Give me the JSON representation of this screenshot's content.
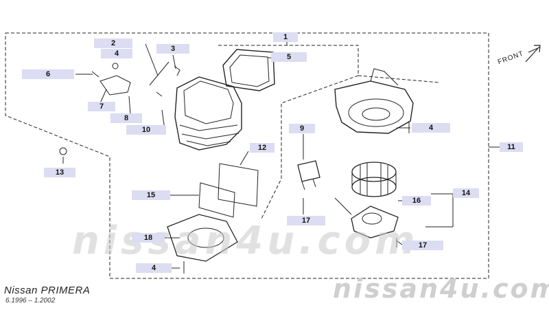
{
  "diagram": {
    "front_label": "FRONT",
    "model_name": "Nissan PRIMERA",
    "model_years": "6.1996 – 1.2002",
    "watermark": "nissan4u.com",
    "callouts": [
      {
        "id": "c1",
        "text": "1"
      },
      {
        "id": "c2",
        "text": "2"
      },
      {
        "id": "c3",
        "text": "3"
      },
      {
        "id": "c4a",
        "text": "4"
      },
      {
        "id": "c5",
        "text": "5"
      },
      {
        "id": "c6",
        "text": "6"
      },
      {
        "id": "c7",
        "text": "7"
      },
      {
        "id": "c8",
        "text": "8"
      },
      {
        "id": "c9",
        "text": "9"
      },
      {
        "id": "c10",
        "text": "10"
      },
      {
        "id": "c4b",
        "text": "4"
      },
      {
        "id": "c11",
        "text": "11"
      },
      {
        "id": "c12",
        "text": "12"
      },
      {
        "id": "c13",
        "text": "13"
      },
      {
        "id": "c14",
        "text": "14"
      },
      {
        "id": "c15",
        "text": "15"
      },
      {
        "id": "c16",
        "text": "16"
      },
      {
        "id": "c17a",
        "text": "17"
      },
      {
        "id": "c17b",
        "text": "17"
      },
      {
        "id": "c18",
        "text": "18"
      },
      {
        "id": "c4c",
        "text": "4"
      }
    ]
  }
}
